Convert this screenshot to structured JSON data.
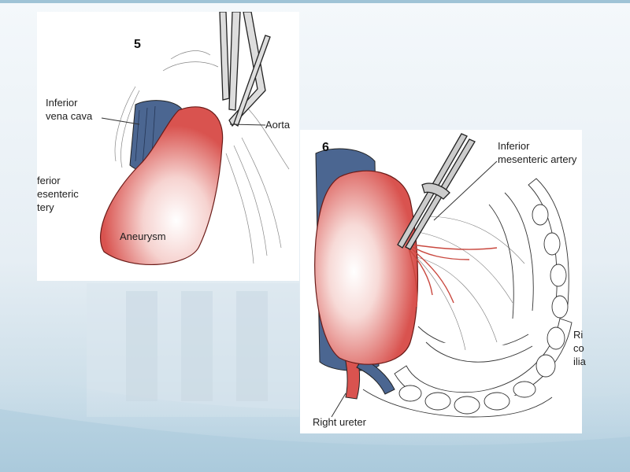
{
  "colors": {
    "aneurysm_red": "#d9534f",
    "vena_cava_blue": "#4b6691",
    "line_ink": "#333333",
    "slide_background": "#dce8f0"
  },
  "figure5": {
    "number": "5",
    "labels": {
      "ivc_line1": "Inferior",
      "ivc_line2": "vena cava",
      "aorta": "Aorta",
      "ima_line1": "ferior",
      "ima_line2": "esenteric",
      "ima_line3": "tery",
      "aneurysm": "Aneurysm"
    }
  },
  "figure6": {
    "number": "6",
    "labels": {
      "ima_line1": "Inferior",
      "ima_line2": "mesenteric artery",
      "right_ureter": "Right ureter",
      "cut_line1": "Ri",
      "cut_line2": "co",
      "cut_line3": "ilia"
    }
  }
}
